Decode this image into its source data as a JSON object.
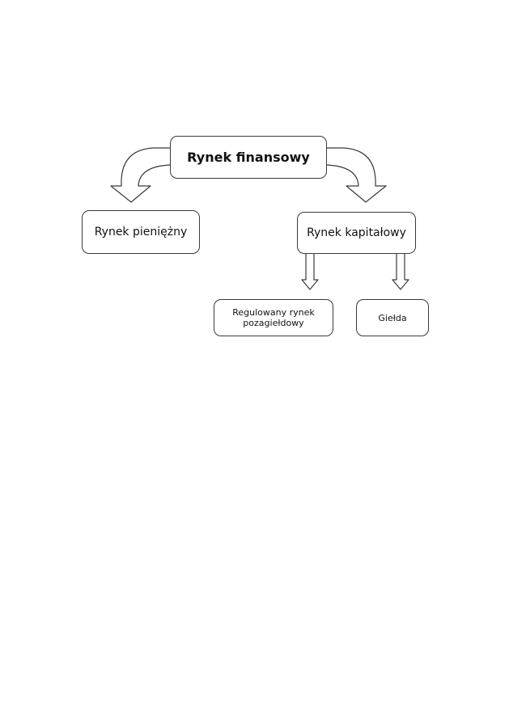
{
  "diagram": {
    "root": {
      "label": "Rynek finansowy"
    },
    "money_market": {
      "label": "Rynek pieniężny"
    },
    "capital_market": {
      "label": "Rynek kapitałowy"
    },
    "otc_market": {
      "line1": "Regulowany rynek",
      "line2": "pozagiełdowy"
    },
    "exchange": {
      "label": "Giełda"
    }
  },
  "colors": {
    "stroke": "#3a3a3a",
    "fill": "#ffffff",
    "text": "#111111"
  }
}
